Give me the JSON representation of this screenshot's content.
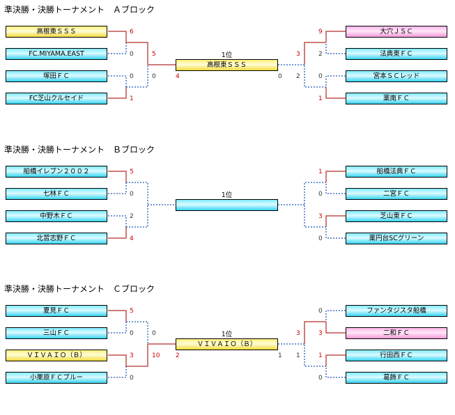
{
  "blocks": [
    {
      "title": "準決勝・決勝トーナメント　Ａブロック",
      "final": {
        "label": "1位",
        "winner": "高根東ＳＳＳ",
        "winner_color": "#fff27a"
      },
      "left_teams": [
        {
          "name": "高根東ＳＳＳ",
          "score": "6",
          "color": "yellow"
        },
        {
          "name": "FC.MIYAMA.EAST",
          "score": "0",
          "color": "cyan"
        },
        {
          "name": "塚田ＦＣ",
          "score": "0",
          "color": "cyan"
        },
        {
          "name": "FC芝山クルセイド",
          "score": "1",
          "color": "cyan"
        }
      ],
      "left_semi": {
        "top": "5",
        "bottom": "0"
      },
      "left_final": "4",
      "right_teams": [
        {
          "name": "大穴ＪＳＣ",
          "score": "9",
          "color": "pink"
        },
        {
          "name": "法典東ＦＣ",
          "score": "2",
          "color": "cyan"
        },
        {
          "name": "宮本ＳＣレッド",
          "score": "0",
          "color": "cyan"
        },
        {
          "name": "薬南ＦＣ",
          "score": "1",
          "color": "cyan"
        }
      ],
      "right_semi": {
        "top": "3",
        "bottom": "2"
      },
      "right_final": "0"
    },
    {
      "title": "準決勝・決勝トーナメント　Ｂブロック",
      "final": {
        "label": "1位",
        "winner": "",
        "winner_color": "#7fecff"
      },
      "left_teams": [
        {
          "name": "船橋イレブン２００２",
          "score": "5",
          "color": "cyan"
        },
        {
          "name": "七林ＦＣ",
          "score": "0",
          "color": "cyan"
        },
        {
          "name": "中野木ＦＣ",
          "score": "2",
          "color": "cyan"
        },
        {
          "name": "北習志野ＦＣ",
          "score": "4",
          "color": "cyan"
        }
      ],
      "left_semi": {
        "top": "",
        "bottom": ""
      },
      "left_final": "",
      "right_teams": [
        {
          "name": "船橋法典ＦＣ",
          "score": "1",
          "color": "cyan"
        },
        {
          "name": "二宮ＦＣ",
          "score": "0",
          "color": "cyan"
        },
        {
          "name": "芝山東ＦＣ",
          "score": "3",
          "color": "cyan"
        },
        {
          "name": "薬円台SCグリーン",
          "score": "0",
          "color": "cyan"
        }
      ],
      "right_semi": {
        "top": "",
        "bottom": ""
      },
      "right_final": ""
    },
    {
      "title": "準決勝・決勝トーナメント　Ｃブロック",
      "final": {
        "label": "1位",
        "winner": "ＶＩＶＡＩＯ（Ｂ）",
        "winner_color": "#fff27a"
      },
      "left_teams": [
        {
          "name": "夏見ＦＣ",
          "score": "5",
          "color": "cyan"
        },
        {
          "name": "三山ＦＣ",
          "score": "0",
          "color": "cyan"
        },
        {
          "name": "ＶＩＶＡＩＯ（Ｂ）",
          "score": "3",
          "color": "yellow"
        },
        {
          "name": "小栗原ＦＣブルー",
          "score": "0",
          "color": "cyan"
        }
      ],
      "left_semi": {
        "top": "0",
        "bottom": "10"
      },
      "left_final": "2",
      "right_teams": [
        {
          "name": "ファンタジスタ船橋",
          "score": "0",
          "color": "cyan"
        },
        {
          "name": "二和ＦＣ",
          "score": "3",
          "color": "pink"
        },
        {
          "name": "行田西ＦＣ",
          "score": "1",
          "color": "cyan"
        },
        {
          "name": "葛飾ＦＣ",
          "score": "0",
          "color": "cyan"
        }
      ],
      "right_semi": {
        "top": "3",
        "bottom": "1"
      },
      "right_final": "1"
    }
  ],
  "colors": {
    "win_line": "#c0504d",
    "lose_line": "#4472c4"
  }
}
